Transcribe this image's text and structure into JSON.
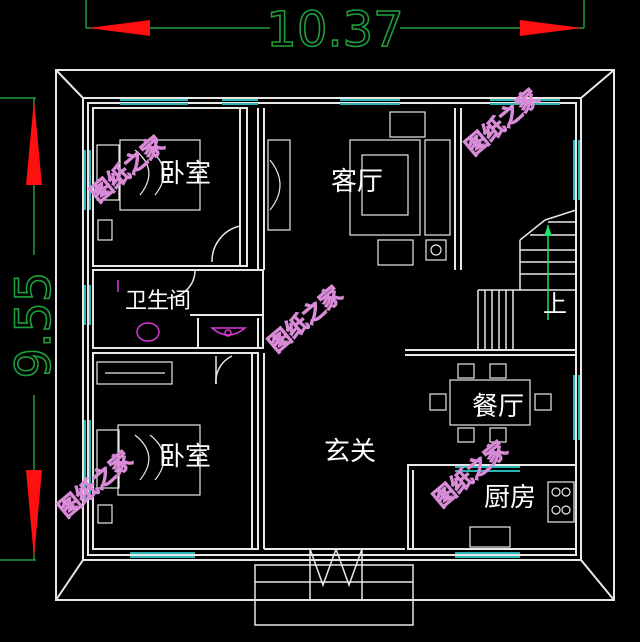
{
  "dimensions": {
    "width": "10.37",
    "height": "9.55"
  },
  "rooms": {
    "bedroom_top": "卧室",
    "living": "客厅",
    "bathroom": "卫生间",
    "dining": "餐厅",
    "bedroom_bottom": "卧室",
    "entrance": "玄关",
    "kitchen": "厨房",
    "stairs_up": "上"
  },
  "watermark": "图纸之家",
  "colors": {
    "background": "#000000",
    "wall": "#e8e8e8",
    "window": "#2bb3b3",
    "dimension": "#1f9e3a",
    "arrow": "#ff1010",
    "watermark": "#d98bd8",
    "fixture": "#d63ad6"
  }
}
